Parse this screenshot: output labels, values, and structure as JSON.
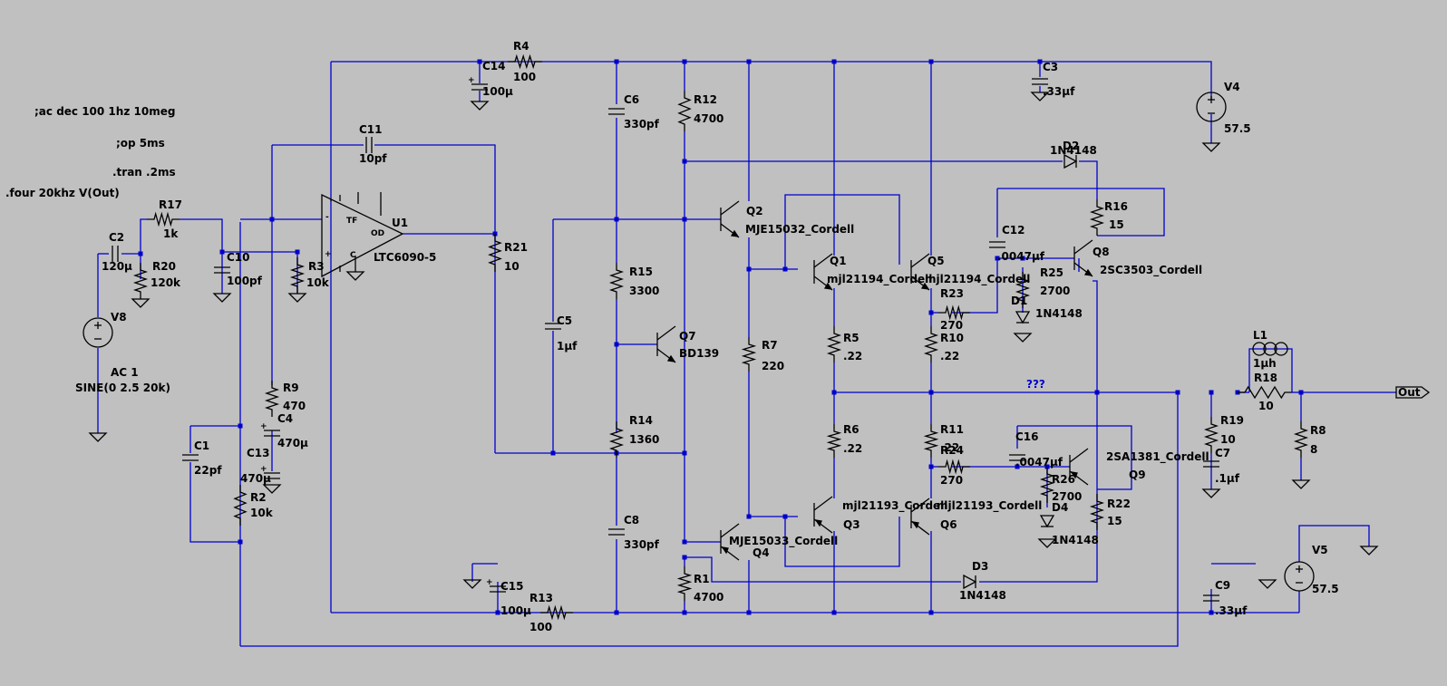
{
  "directives": [
    {
      "id": "ac",
      "text": ";ac dec 100 1hz 10meg"
    },
    {
      "id": "op",
      "text": ";op 5ms"
    },
    {
      "id": "tran",
      "text": ".tran .2ms"
    },
    {
      "id": "four",
      "text": ".four 20khz V(Out)"
    }
  ],
  "labels": [
    {
      "id": "R4",
      "text": "R4"
    },
    {
      "id": "R4v",
      "text": "100"
    },
    {
      "id": "C14",
      "text": "C14"
    },
    {
      "id": "C14v",
      "text": "100µ"
    },
    {
      "id": "C3",
      "text": "C3"
    },
    {
      "id": "C3v",
      "text": ".33µf"
    },
    {
      "id": "V4",
      "text": "V4"
    },
    {
      "id": "V4v",
      "text": "57.5"
    },
    {
      "id": "C11",
      "text": "C11"
    },
    {
      "id": "C11v",
      "text": "10pf"
    },
    {
      "id": "C6",
      "text": "C6"
    },
    {
      "id": "C6v",
      "text": "330pf"
    },
    {
      "id": "R12",
      "text": "R12"
    },
    {
      "id": "R12v",
      "text": "4700"
    },
    {
      "id": "D2",
      "text": "D2"
    },
    {
      "id": "D2v",
      "text": "1N4148"
    },
    {
      "id": "R16",
      "text": "R16"
    },
    {
      "id": "R16v",
      "text": "15"
    },
    {
      "id": "R17",
      "text": "R17"
    },
    {
      "id": "R17v",
      "text": "1k"
    },
    {
      "id": "C2",
      "text": "C2"
    },
    {
      "id": "C2v",
      "text": "120µ"
    },
    {
      "id": "R20",
      "text": "R20"
    },
    {
      "id": "R20v",
      "text": "120k"
    },
    {
      "id": "C10",
      "text": "C10"
    },
    {
      "id": "C10v",
      "text": "100pf"
    },
    {
      "id": "R3",
      "text": "R3"
    },
    {
      "id": "R3v",
      "text": "10k"
    },
    {
      "id": "U1",
      "text": "U1"
    },
    {
      "id": "U1v",
      "text": "LTC6090-5"
    },
    {
      "id": "U1tf",
      "text": "TF"
    },
    {
      "id": "U1od",
      "text": "OD"
    },
    {
      "id": "U1p",
      "text": "+"
    },
    {
      "id": "U1m",
      "text": "-"
    },
    {
      "id": "U1c",
      "text": "C"
    },
    {
      "id": "R21",
      "text": "R21"
    },
    {
      "id": "R21v",
      "text": "10"
    },
    {
      "id": "Q2",
      "text": "Q2"
    },
    {
      "id": "Q2v",
      "text": "MJE15032_Cordell"
    },
    {
      "id": "C12",
      "text": "C12"
    },
    {
      "id": "C12v",
      "text": ".0047µf"
    },
    {
      "id": "Q8",
      "text": "Q8"
    },
    {
      "id": "Q8v",
      "text": "2SC3503_Cordell"
    },
    {
      "id": "Q1",
      "text": "Q1"
    },
    {
      "id": "Q1v",
      "text": "mjl21194_Cordell"
    },
    {
      "id": "Q5",
      "text": "Q5"
    },
    {
      "id": "Q5v",
      "text": "mjl21194_Cordell"
    },
    {
      "id": "R25",
      "text": "R25"
    },
    {
      "id": "R25v",
      "text": "2700"
    },
    {
      "id": "D1",
      "text": "D1"
    },
    {
      "id": "D1v",
      "text": "1N4148"
    },
    {
      "id": "R23",
      "text": "R23"
    },
    {
      "id": "R23v",
      "text": "270"
    },
    {
      "id": "R15",
      "text": "R15"
    },
    {
      "id": "R15v",
      "text": "3300"
    },
    {
      "id": "V8",
      "text": "V8"
    },
    {
      "id": "V8a",
      "text": "AC 1"
    },
    {
      "id": "V8s",
      "text": "SINE(0 2.5 20k)"
    },
    {
      "id": "C5",
      "text": "C5"
    },
    {
      "id": "C5v",
      "text": "1µf"
    },
    {
      "id": "Q7",
      "text": "Q7"
    },
    {
      "id": "Q7v",
      "text": "BD139"
    },
    {
      "id": "R7",
      "text": "R7"
    },
    {
      "id": "R7v",
      "text": "220"
    },
    {
      "id": "R5",
      "text": "R5"
    },
    {
      "id": "R5v",
      "text": ".22"
    },
    {
      "id": "R10",
      "text": "R10"
    },
    {
      "id": "R10v",
      "text": ".22"
    },
    {
      "id": "L1",
      "text": "L1"
    },
    {
      "id": "L1v",
      "text": "1µh"
    },
    {
      "id": "R18",
      "text": "R18"
    },
    {
      "id": "R18v",
      "text": "10"
    },
    {
      "id": "R9",
      "text": "R9"
    },
    {
      "id": "R9v",
      "text": "470"
    },
    {
      "id": "C4",
      "text": "C4"
    },
    {
      "id": "C4v",
      "text": "470µ"
    },
    {
      "id": "R14",
      "text": "R14"
    },
    {
      "id": "R14v",
      "text": "1360"
    },
    {
      "id": "R6",
      "text": "R6"
    },
    {
      "id": "R6v",
      "text": ".22"
    },
    {
      "id": "R11",
      "text": "R11"
    },
    {
      "id": "R11v",
      "text": ".22"
    },
    {
      "id": "R19",
      "text": "R19"
    },
    {
      "id": "R19v",
      "text": "10"
    },
    {
      "id": "C7",
      "text": "C7"
    },
    {
      "id": "C7v",
      "text": ".1µf"
    },
    {
      "id": "R8",
      "text": "R8"
    },
    {
      "id": "R8v",
      "text": "8"
    },
    {
      "id": "C1",
      "text": "C1"
    },
    {
      "id": "C1v",
      "text": "22pf"
    },
    {
      "id": "C13",
      "text": "C13"
    },
    {
      "id": "C13v",
      "text": "470µ"
    },
    {
      "id": "R2",
      "text": "R2"
    },
    {
      "id": "R2v",
      "text": "10k"
    },
    {
      "id": "C16",
      "text": "C16"
    },
    {
      "id": "C16v",
      "text": ".0047µf"
    },
    {
      "id": "R24",
      "text": "R24"
    },
    {
      "id": "R24v",
      "text": "270"
    },
    {
      "id": "R26",
      "text": "R26"
    },
    {
      "id": "R26v",
      "text": "2700"
    },
    {
      "id": "Q9",
      "text": "Q9"
    },
    {
      "id": "Q9v",
      "text": "2SA1381_Cordell"
    },
    {
      "id": "D4",
      "text": "D4"
    },
    {
      "id": "D4v",
      "text": "1N4148"
    },
    {
      "id": "R22",
      "text": "R22"
    },
    {
      "id": "R22v",
      "text": "15"
    },
    {
      "id": "C8",
      "text": "C8"
    },
    {
      "id": "C8v",
      "text": "330pf"
    },
    {
      "id": "Q3",
      "text": "Q3"
    },
    {
      "id": "Q3v",
      "text": "mjl21193_Cordell"
    },
    {
      "id": "Q6",
      "text": "Q6"
    },
    {
      "id": "Q6v",
      "text": "mjl21193_Cordell"
    },
    {
      "id": "Q4",
      "text": "Q4"
    },
    {
      "id": "Q4v",
      "text": "MJE15033_Cordell"
    },
    {
      "id": "V5",
      "text": "V5"
    },
    {
      "id": "V5v",
      "text": "57.5"
    },
    {
      "id": "R1",
      "text": "R1"
    },
    {
      "id": "R1v",
      "text": "4700"
    },
    {
      "id": "D3",
      "text": "D3"
    },
    {
      "id": "D3v",
      "text": "1N4148"
    },
    {
      "id": "C15",
      "text": "C15"
    },
    {
      "id": "C15v",
      "text": "100µ"
    },
    {
      "id": "R13",
      "text": "R13"
    },
    {
      "id": "R13v",
      "text": "100"
    },
    {
      "id": "C9",
      "text": "C9"
    },
    {
      "id": "C9v",
      "text": ".33µf"
    },
    {
      "id": "unk",
      "text": "???"
    },
    {
      "id": "out",
      "text": "Out"
    }
  ],
  "colors": {
    "wire": "#0000cc",
    "component": "#000000",
    "background": "#c0c0c0"
  }
}
